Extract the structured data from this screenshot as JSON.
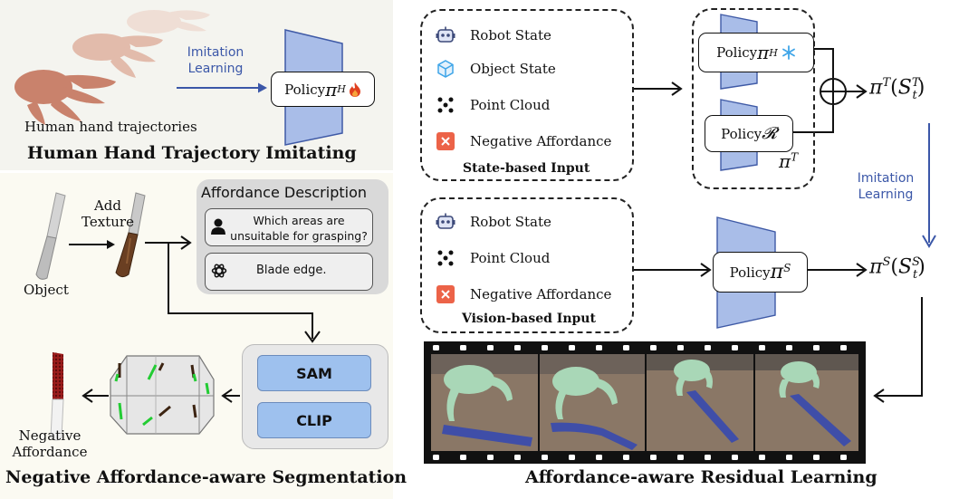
{
  "human_section": {
    "title": "Human Hand Trajectory Imitating",
    "trajectories_label": "Human hand trajectories",
    "imitation_label_1": "Imitation",
    "imitation_label_2": "Learning",
    "policy_prefix": "Policy ",
    "policy_symbol": "π",
    "policy_sub": "H"
  },
  "segmentation_section": {
    "title": "Negative Affordance-aware Segmentation",
    "object_label": "Object",
    "add_texture_1": "Add",
    "add_texture_2": "Texture",
    "description_title": "Affordance Description",
    "question_1": "Which areas are",
    "question_2": "unsuitable for  grasping?",
    "answer": "Blade edge.",
    "sam_label": "SAM",
    "clip_label": "CLIP",
    "negative_1": "Negative",
    "negative_2": "Affordance"
  },
  "state_input": {
    "label": "State-based Input",
    "items": [
      {
        "label": "Robot State",
        "icon": "robot-icon"
      },
      {
        "label": "Object State",
        "icon": "cube-icon"
      },
      {
        "label": "Point Cloud",
        "icon": "point-cloud-icon"
      },
      {
        "label": "Negative Affordance",
        "icon": "cross-icon"
      }
    ]
  },
  "vision_input": {
    "label": "Vision-based Input",
    "items": [
      {
        "label": "Robot State",
        "icon": "robot-icon"
      },
      {
        "label": "Point Cloud",
        "icon": "point-cloud-icon"
      },
      {
        "label": "Negative Affordance",
        "icon": "cross-icon"
      }
    ]
  },
  "teacher": {
    "policy_h_prefix": "Policy ",
    "policy_h_symbol": "π",
    "policy_h_sub": "H",
    "policy_r_prefix": "Policy ",
    "policy_r_symbol": "𝓡",
    "group_symbol": "π",
    "group_sup": "T",
    "output_symbol": "π",
    "output_sup": "T",
    "output_arg": "S",
    "output_arg_sup": "T",
    "output_arg_sub": "t"
  },
  "student": {
    "policy_prefix": "Policy ",
    "policy_symbol": "π",
    "policy_sup": "S",
    "output_symbol": "π",
    "output_sup": "S",
    "output_arg": "S",
    "output_arg_sup": "S",
    "output_arg_sub": "t"
  },
  "distill_label_1": "Imitation",
  "distill_label_2": "Learning",
  "residual_title": "Affordance-aware Residual Learning",
  "colors": {
    "arrow_blue": "#3b57a8",
    "trapezoid_fill": "#a9bde8",
    "trapezoid_stroke": "#3f5aa6",
    "flame": "#e0401f",
    "snowflake": "#3fa5e8",
    "affordance_red": "#ec6348",
    "button_blue": "#9ec1ee"
  }
}
